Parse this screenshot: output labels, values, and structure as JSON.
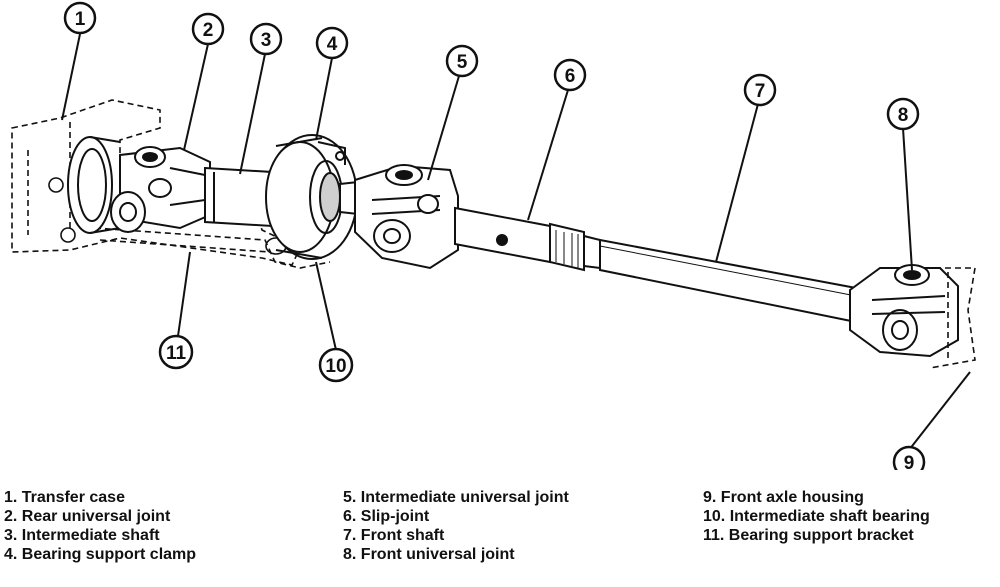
{
  "callouts": [
    {
      "number": "1",
      "label": "Transfer case"
    },
    {
      "number": "2",
      "label": "Rear universal joint"
    },
    {
      "number": "3",
      "label": "Intermediate shaft"
    },
    {
      "number": "4",
      "label": "Bearing support clamp"
    },
    {
      "number": "5",
      "label": "Intermediate universal joint"
    },
    {
      "number": "6",
      "label": "Slip-joint"
    },
    {
      "number": "7",
      "label": "Front shaft"
    },
    {
      "number": "8",
      "label": "Front universal joint"
    },
    {
      "number": "9",
      "label": "Front axle housing"
    },
    {
      "number": "10",
      "label": "Intermediate shaft bearing"
    },
    {
      "number": "11",
      "label": "Bearing support bracket"
    }
  ],
  "legend": {
    "col1": [
      "1. Transfer case",
      "2. Rear universal joint",
      "3. Intermediate shaft",
      "4. Bearing support clamp"
    ],
    "col2": [
      "5. Intermediate universal joint",
      "6. Slip-joint",
      "7. Front shaft",
      "8. Front universal joint"
    ],
    "col3": [
      "9. Front axle housing",
      "10. Intermediate shaft bearing",
      "11. Bearing support bracket"
    ]
  },
  "colors": {
    "line": "#111111",
    "shade": "#cfcfcf",
    "background": "#ffffff"
  }
}
